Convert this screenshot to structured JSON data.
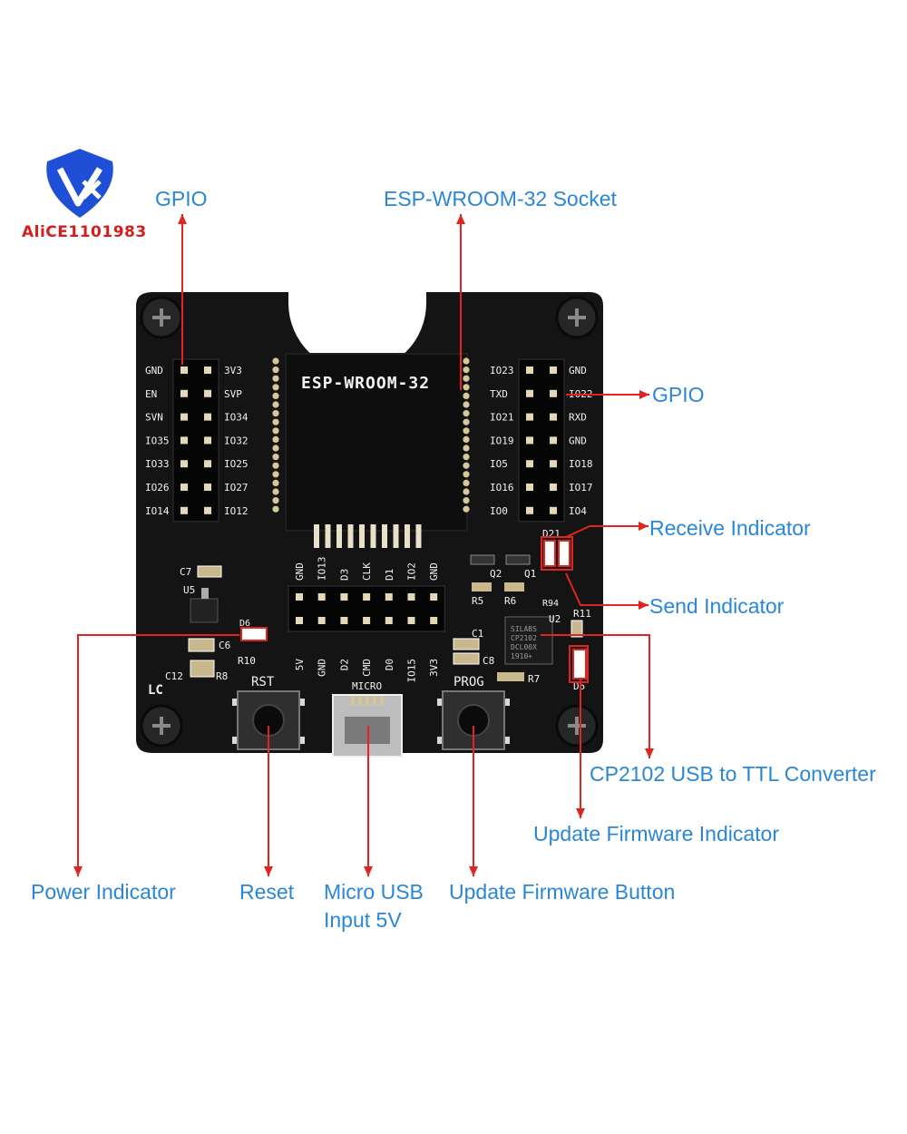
{
  "logo": {
    "text": "AliCE1101983",
    "icon": "brand-shield-icon",
    "color": "#1f4fd6",
    "accent": "#d2201e"
  },
  "board": {
    "module_label": "ESP-WROOM-32",
    "left_header": {
      "left_labels": [
        "GND",
        "EN",
        "SVN",
        "IO35",
        "IO33",
        "IO26",
        "IO14"
      ],
      "right_labels": [
        "3V3",
        "SVP",
        "IO34",
        "IO32",
        "IO25",
        "IO27",
        "IO12"
      ]
    },
    "right_header": {
      "left_labels": [
        "IO23",
        "TXD",
        "IO21",
        "IO19",
        "IO5",
        "IO16",
        "IO0"
      ],
      "right_labels": [
        "GND",
        "IO22",
        "RXD",
        "GND",
        "IO18",
        "IO17",
        "IO4"
      ]
    },
    "bottom_header": {
      "top_labels": [
        "GND",
        "IO13",
        "D3",
        "CLK",
        "D1",
        "IO2",
        "GND"
      ],
      "bottom_labels": [
        "5V",
        "GND",
        "D2",
        "CMD",
        "D0",
        "IO15",
        "3V3"
      ]
    },
    "silkscreen": {
      "rst": "RST",
      "micro": "MICRO",
      "prog": "PROG",
      "lc": "LC",
      "c7": "C7",
      "u5": "U5",
      "d6": "D6",
      "r10": "R10",
      "c6": "C6",
      "c12": "C12",
      "r8": "R8",
      "q2": "Q2",
      "q1": "Q1",
      "r5": "R5",
      "r6": "R6",
      "c1": "C1",
      "c8": "C8",
      "r7": "R7",
      "u2": "U2",
      "r11": "R11",
      "d5": "D5",
      "d2": "D2",
      "d1": "D1",
      "r9": "R9",
      "r4": "R4",
      "chip": [
        "SILABS",
        "CP2102",
        "DCL00X",
        "1910+"
      ]
    }
  },
  "callouts": {
    "gpio_left": "GPIO",
    "socket": "ESP-WROOM-32 Socket",
    "gpio_right": "GPIO",
    "receive": "Receive Indicator",
    "send": "Send Indicator",
    "cp2102": "CP2102 USB to TTL Converter",
    "fw_indicator": "Update Firmware Indicator",
    "power": "Power Indicator",
    "reset": "Reset",
    "usb_line1": "Micro USB",
    "usb_line2": "Input 5V",
    "fw_button": "Update Firmware Button"
  },
  "colors": {
    "callout_text": "#2a86d6",
    "arrow": "#e0241f",
    "pcb": "#141414",
    "silkscreen": "#f2f2f2"
  }
}
